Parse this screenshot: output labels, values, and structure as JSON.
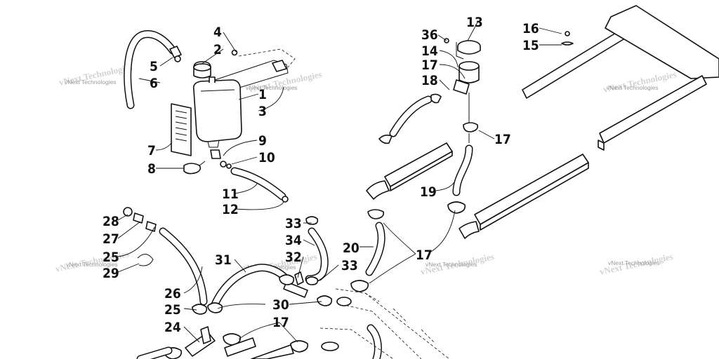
{
  "watermark": {
    "text": "vNext Technologies",
    "positions": [
      {
        "id": "wm-1"
      },
      {
        "id": "wm-2"
      },
      {
        "id": "wm-3"
      },
      {
        "id": "wm-4"
      },
      {
        "id": "wm-5"
      },
      {
        "id": "wm-6"
      },
      {
        "id": "wm-7"
      }
    ]
  },
  "callouts": [
    {
      "id": "c1",
      "label": "1"
    },
    {
      "id": "c2",
      "label": "2"
    },
    {
      "id": "c3",
      "label": "3"
    },
    {
      "id": "c4",
      "label": "4"
    },
    {
      "id": "c5",
      "label": "5"
    },
    {
      "id": "c6",
      "label": "6"
    },
    {
      "id": "c7",
      "label": "7"
    },
    {
      "id": "c8",
      "label": "8"
    },
    {
      "id": "c9",
      "label": "9"
    },
    {
      "id": "c10",
      "label": "10"
    },
    {
      "id": "c11",
      "label": "11"
    },
    {
      "id": "c12",
      "label": "12"
    },
    {
      "id": "c13",
      "label": "13"
    },
    {
      "id": "c14",
      "label": "14"
    },
    {
      "id": "c15",
      "label": "15"
    },
    {
      "id": "c16",
      "label": "16"
    },
    {
      "id": "c17a",
      "label": "17"
    },
    {
      "id": "c17b",
      "label": "17"
    },
    {
      "id": "c17c",
      "label": "17"
    },
    {
      "id": "c17d",
      "label": "17"
    },
    {
      "id": "c18",
      "label": "18"
    },
    {
      "id": "c19",
      "label": "19"
    },
    {
      "id": "c20",
      "label": "20"
    },
    {
      "id": "c24",
      "label": "24"
    },
    {
      "id": "c25a",
      "label": "25"
    },
    {
      "id": "c25b",
      "label": "25"
    },
    {
      "id": "c26",
      "label": "26"
    },
    {
      "id": "c27",
      "label": "27"
    },
    {
      "id": "c28",
      "label": "28"
    },
    {
      "id": "c29",
      "label": "29"
    },
    {
      "id": "c30",
      "label": "30"
    },
    {
      "id": "c31",
      "label": "31"
    },
    {
      "id": "c32",
      "label": "32"
    },
    {
      "id": "c33a",
      "label": "33"
    },
    {
      "id": "c33b",
      "label": "33"
    },
    {
      "id": "c34",
      "label": "34"
    },
    {
      "id": "c36",
      "label": "36"
    }
  ]
}
